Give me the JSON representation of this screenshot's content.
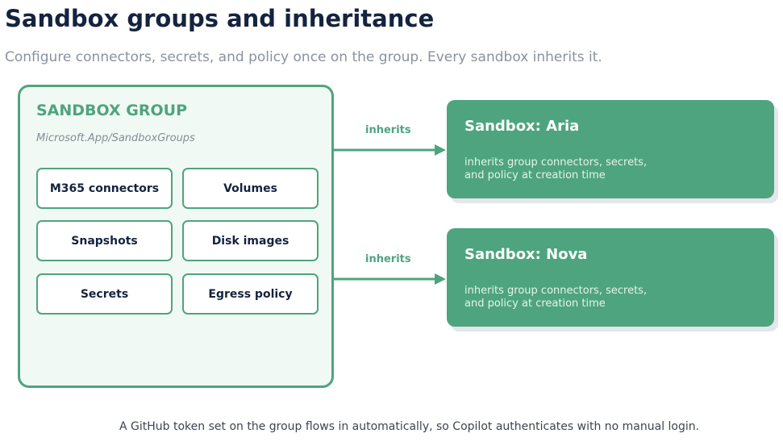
{
  "header": {
    "title": "Sandbox groups and inheritance",
    "subtitle": "Configure connectors, secrets, and policy once on the group. Every sandbox inherits it."
  },
  "group": {
    "title": "SANDBOX GROUP",
    "resource_type": "Microsoft.App/SandboxGroups",
    "items": [
      "M365 connectors",
      "Volumes",
      "Snapshots",
      "Disk images",
      "Secrets",
      "Egress policy"
    ]
  },
  "edges": [
    {
      "label": "inherits"
    },
    {
      "label": "inherits"
    }
  ],
  "sandboxes": [
    {
      "name": "Sandbox: Aria",
      "description": "inherits group connectors, secrets,\nand policy at creation time"
    },
    {
      "name": "Sandbox: Nova",
      "description": "inherits group connectors, secrets,\nand policy at creation time"
    }
  ],
  "footer": {
    "note": "A GitHub token set on the group flows in automatically, so Copilot authenticates with no manual login."
  },
  "colors": {
    "accent": "#4ea47e",
    "title": "#14233f",
    "group_fill": "#f1f9f4"
  }
}
